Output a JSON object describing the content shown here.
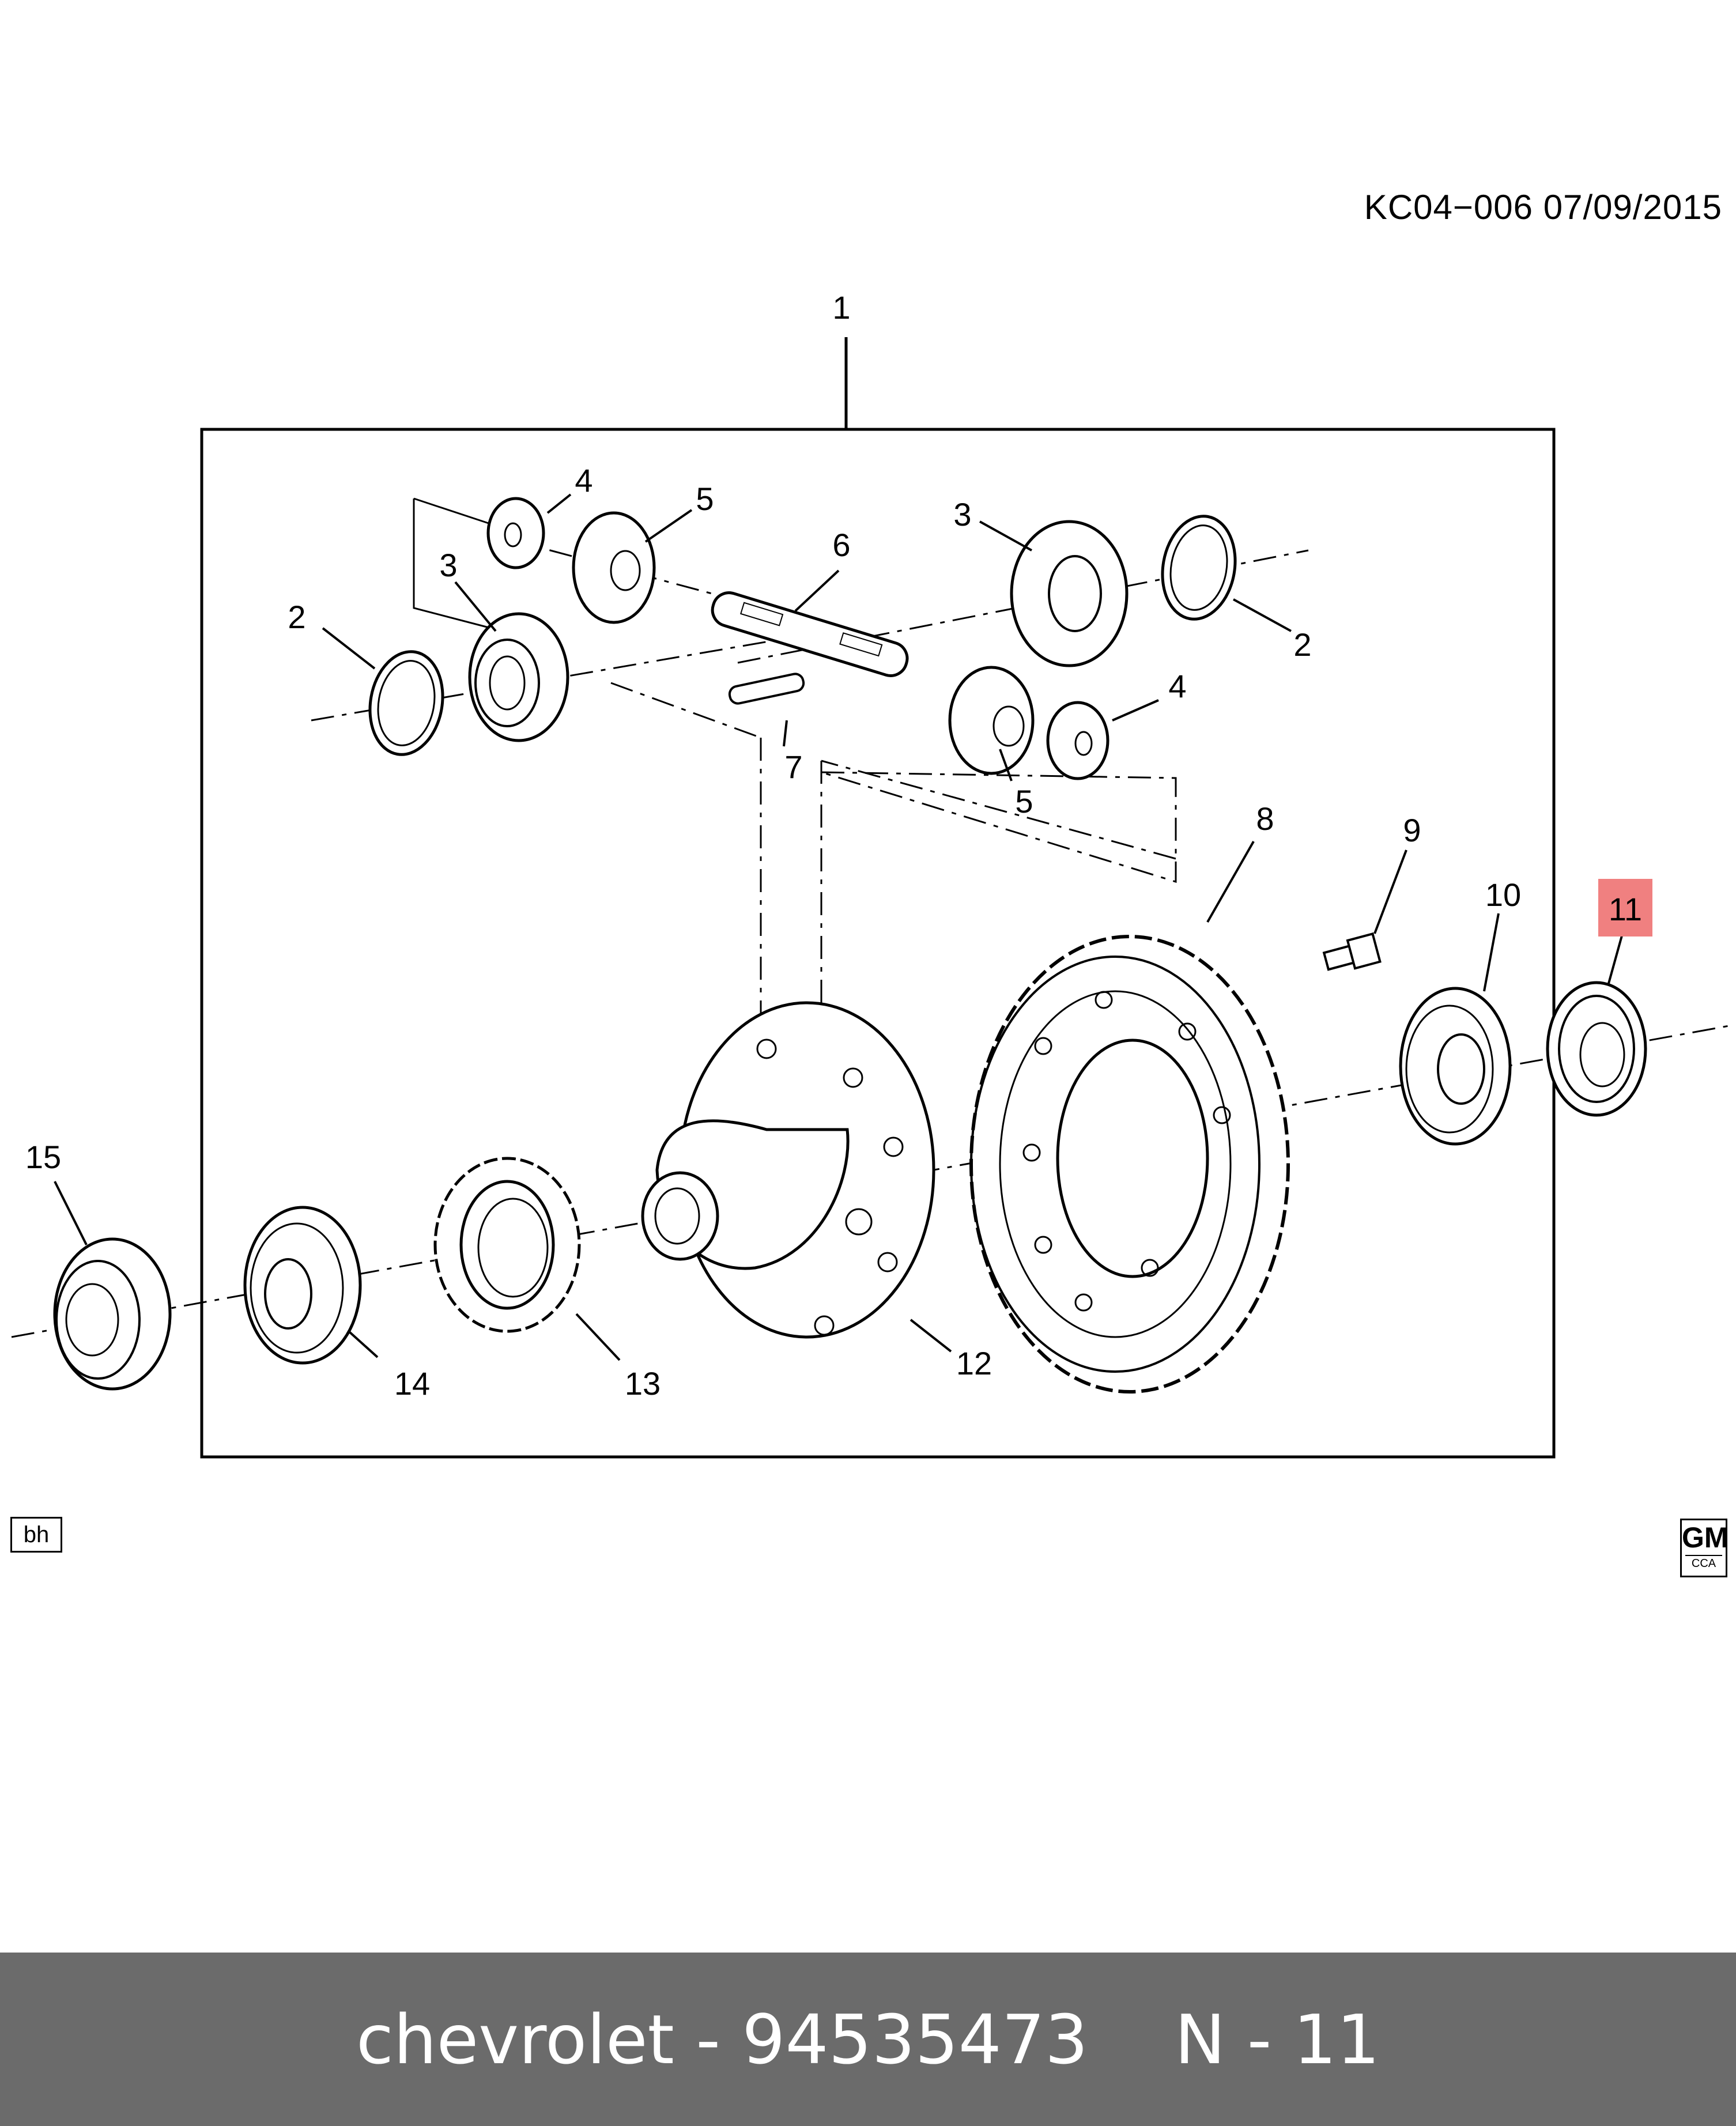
{
  "header": {
    "drawing_id": "KC04−006  07/09/2015"
  },
  "callouts": [
    "1",
    "2",
    "2",
    "3",
    "3",
    "4",
    "4",
    "5",
    "5",
    "6",
    "7",
    "8",
    "9",
    "10",
    "11",
    "12",
    "13",
    "14",
    "15"
  ],
  "highlighted_callout": "11",
  "highlight_color": "#f08080",
  "badges": {
    "left": "bh",
    "logo_main": "GM",
    "logo_sub": "CCA"
  },
  "footer": {
    "brand_part": "chevrolet - 94535473",
    "label": "N - 11",
    "background": "#6b6b6b"
  }
}
